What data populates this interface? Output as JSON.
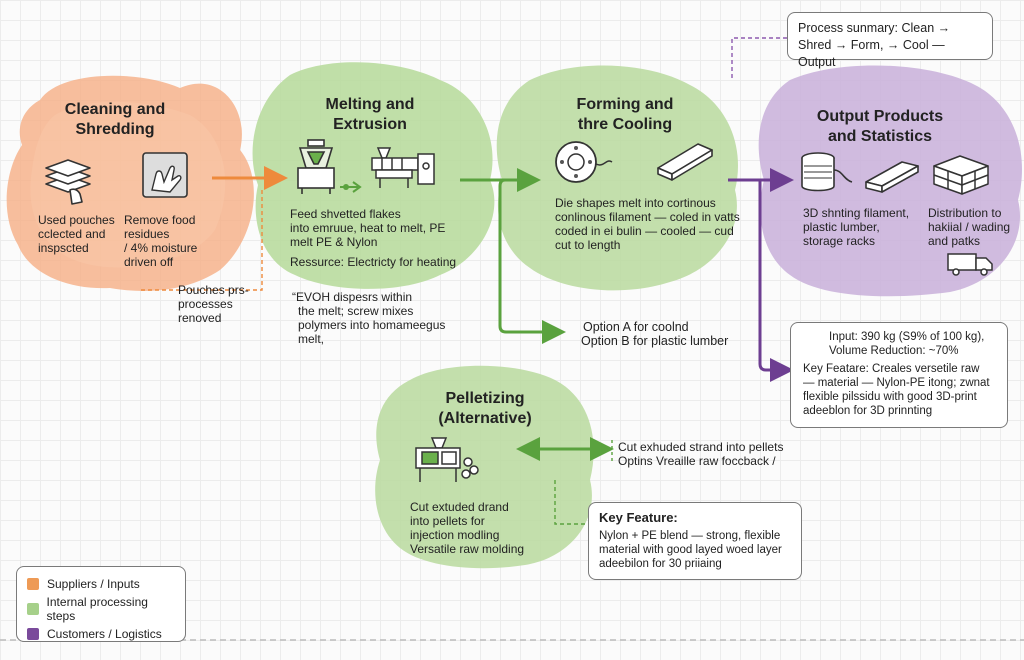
{
  "colors": {
    "orange": "#f4a77a",
    "orange_arrow": "#ee8a3c",
    "green": "#b5d89c",
    "green_arrow": "#5aa23e",
    "purple": "#c9b3d9",
    "purple_arrow": "#6d3e91"
  },
  "summary": {
    "line1": "Process sunmary: Clean →",
    "line2": "Shred → Form, → Cool — Output"
  },
  "stages": {
    "cleaning": {
      "title1": "Cleaning and",
      "title2": "Shredding",
      "left_text": [
        "Used pouches",
        "cclected and",
        "inspscted"
      ],
      "right_text": [
        "Remove food residues",
        "/ 4% moisture",
        "driven off"
      ],
      "note": [
        "Pouches prs-",
        "processes renoved"
      ]
    },
    "melting": {
      "title1": "Melting and",
      "title2": "Extrusion",
      "text": [
        "Feed shvetted flakes",
        "into emruue, heat to melt, PE",
        "melt PE & Nylon"
      ],
      "resource": "Ressurce: Electricty for heating",
      "note": [
        "“EVOH dispesrs within",
        "the melt; screw mixes",
        "polymers into homameegus",
        "melt,"
      ]
    },
    "forming": {
      "title1": "Forming and",
      "title2": "thre Cooling",
      "text": [
        "Die shapes melt into cortinous",
        "conlinous filament — coled in vatts",
        "coded in ei bulin — cooled — cud",
        "cut to length"
      ],
      "option_a": "Option A for coolnd",
      "option_b": "Option B for plastic lumber"
    },
    "output": {
      "title1": "Output Products",
      "title2": "and Statistics",
      "left_text": [
        "3D shnting filament,",
        "plastic lumber,",
        "storage racks"
      ],
      "right_text": [
        "Distribution to",
        "hakiial / wading",
        "and patks"
      ]
    },
    "pelletizing": {
      "title1": "Pelletizing",
      "title2": "(Alternative)",
      "text": [
        "Cut extuded drand",
        "into pellets for",
        "injection modling",
        "Versatile raw molding"
      ],
      "side_note": [
        "Cut exhuded strand into pellets",
        "Optins Vreaille raw foccback /"
      ]
    }
  },
  "stats_box": {
    "line1": "Input: 390 kg (S9% of 100 kg),",
    "line2": "Volume Reduction: ~70%",
    "feature": [
      "Key Featare: Creales versetile raw",
      "— material — Nylon-PE itong; zwnat",
      "flexible pilssidu with good 3D-print",
      "adeeblon for 3D prinnting"
    ]
  },
  "feature_box": {
    "heading": "Key Feature:",
    "lines": [
      "Nylon + PE blend — strong, flexible",
      "material with good layed woed layer",
      "adeebilon for 30 priiaing"
    ]
  },
  "legend": [
    {
      "label": "Suppliers / Inputs",
      "color": "#ee9a55"
    },
    {
      "label": "Internal processing steps",
      "color": "#a6d08a"
    },
    {
      "label": "Customers / Logistics",
      "color": "#7a4a9b"
    }
  ],
  "truck_label": "Truck"
}
